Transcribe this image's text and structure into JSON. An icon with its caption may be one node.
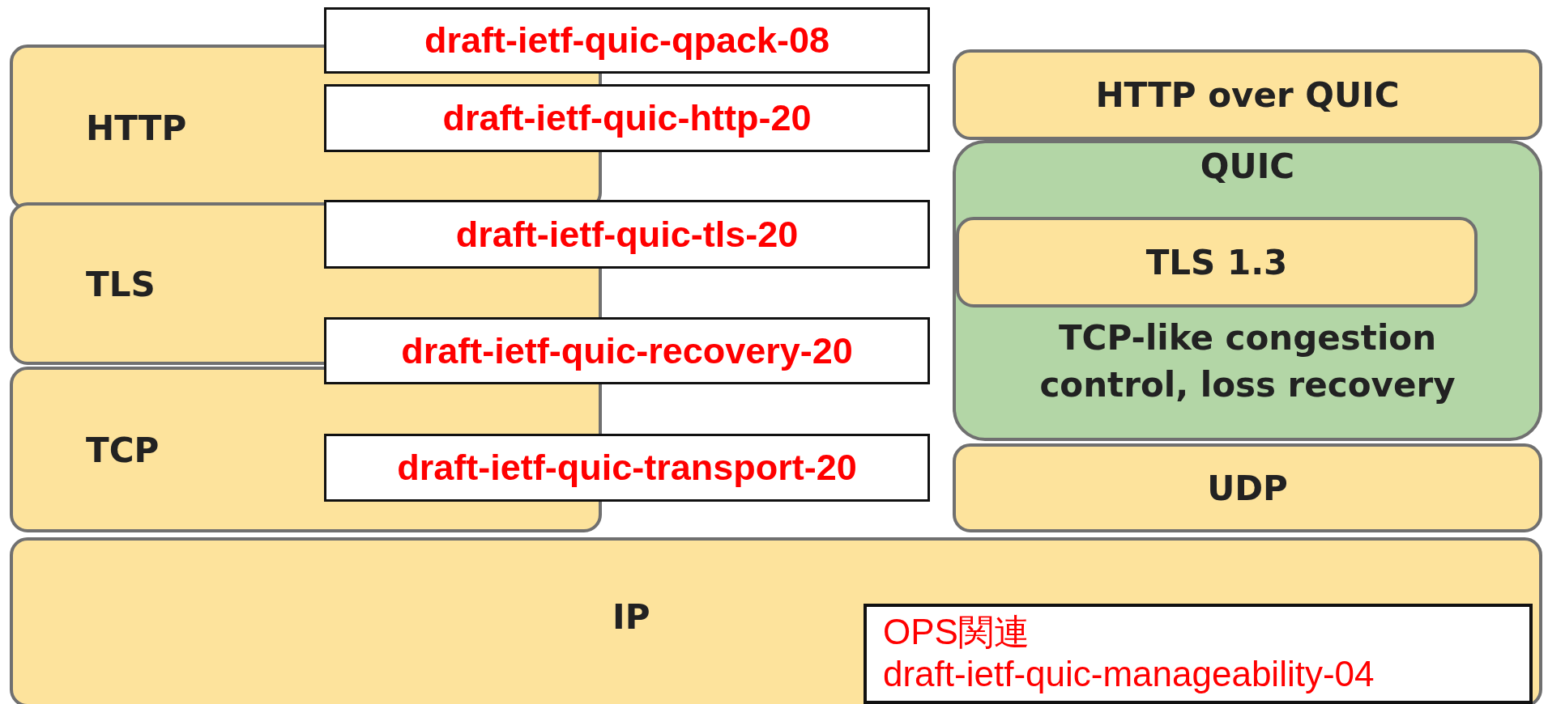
{
  "diagram": {
    "nodes": [
      {
        "text": [
          "HTTP"
        ]
      },
      {
        "text": [
          "TLS"
        ]
      },
      {
        "text": [
          "TCP"
        ]
      },
      {
        "text": [
          "HTTP over QUIC"
        ]
      },
      {
        "text": [
          "QUIC",
          "TCP-like congestion control, loss recovery"
        ]
      },
      {
        "text": [
          "TLS 1.3"
        ],
        "in": 4
      },
      {
        "text": [
          "UDP"
        ]
      },
      {
        "text": [
          "IP"
        ]
      },
      {
        "text": [
          "draft-ietf-quic-qpack-08"
        ]
      },
      {
        "text": [
          "draft-ietf-quic-http-20"
        ]
      },
      {
        "text": [
          "draft-ietf-quic-tls-20"
        ]
      },
      {
        "text": [
          "draft-ietf-quic-recovery-20"
        ]
      },
      {
        "text": [
          "draft-ietf-quic-transport-20"
        ]
      },
      {
        "text": [
          "OPS関連",
          "draft-ietf-quic-manageability-04"
        ],
        "in": 7
      }
    ]
  }
}
